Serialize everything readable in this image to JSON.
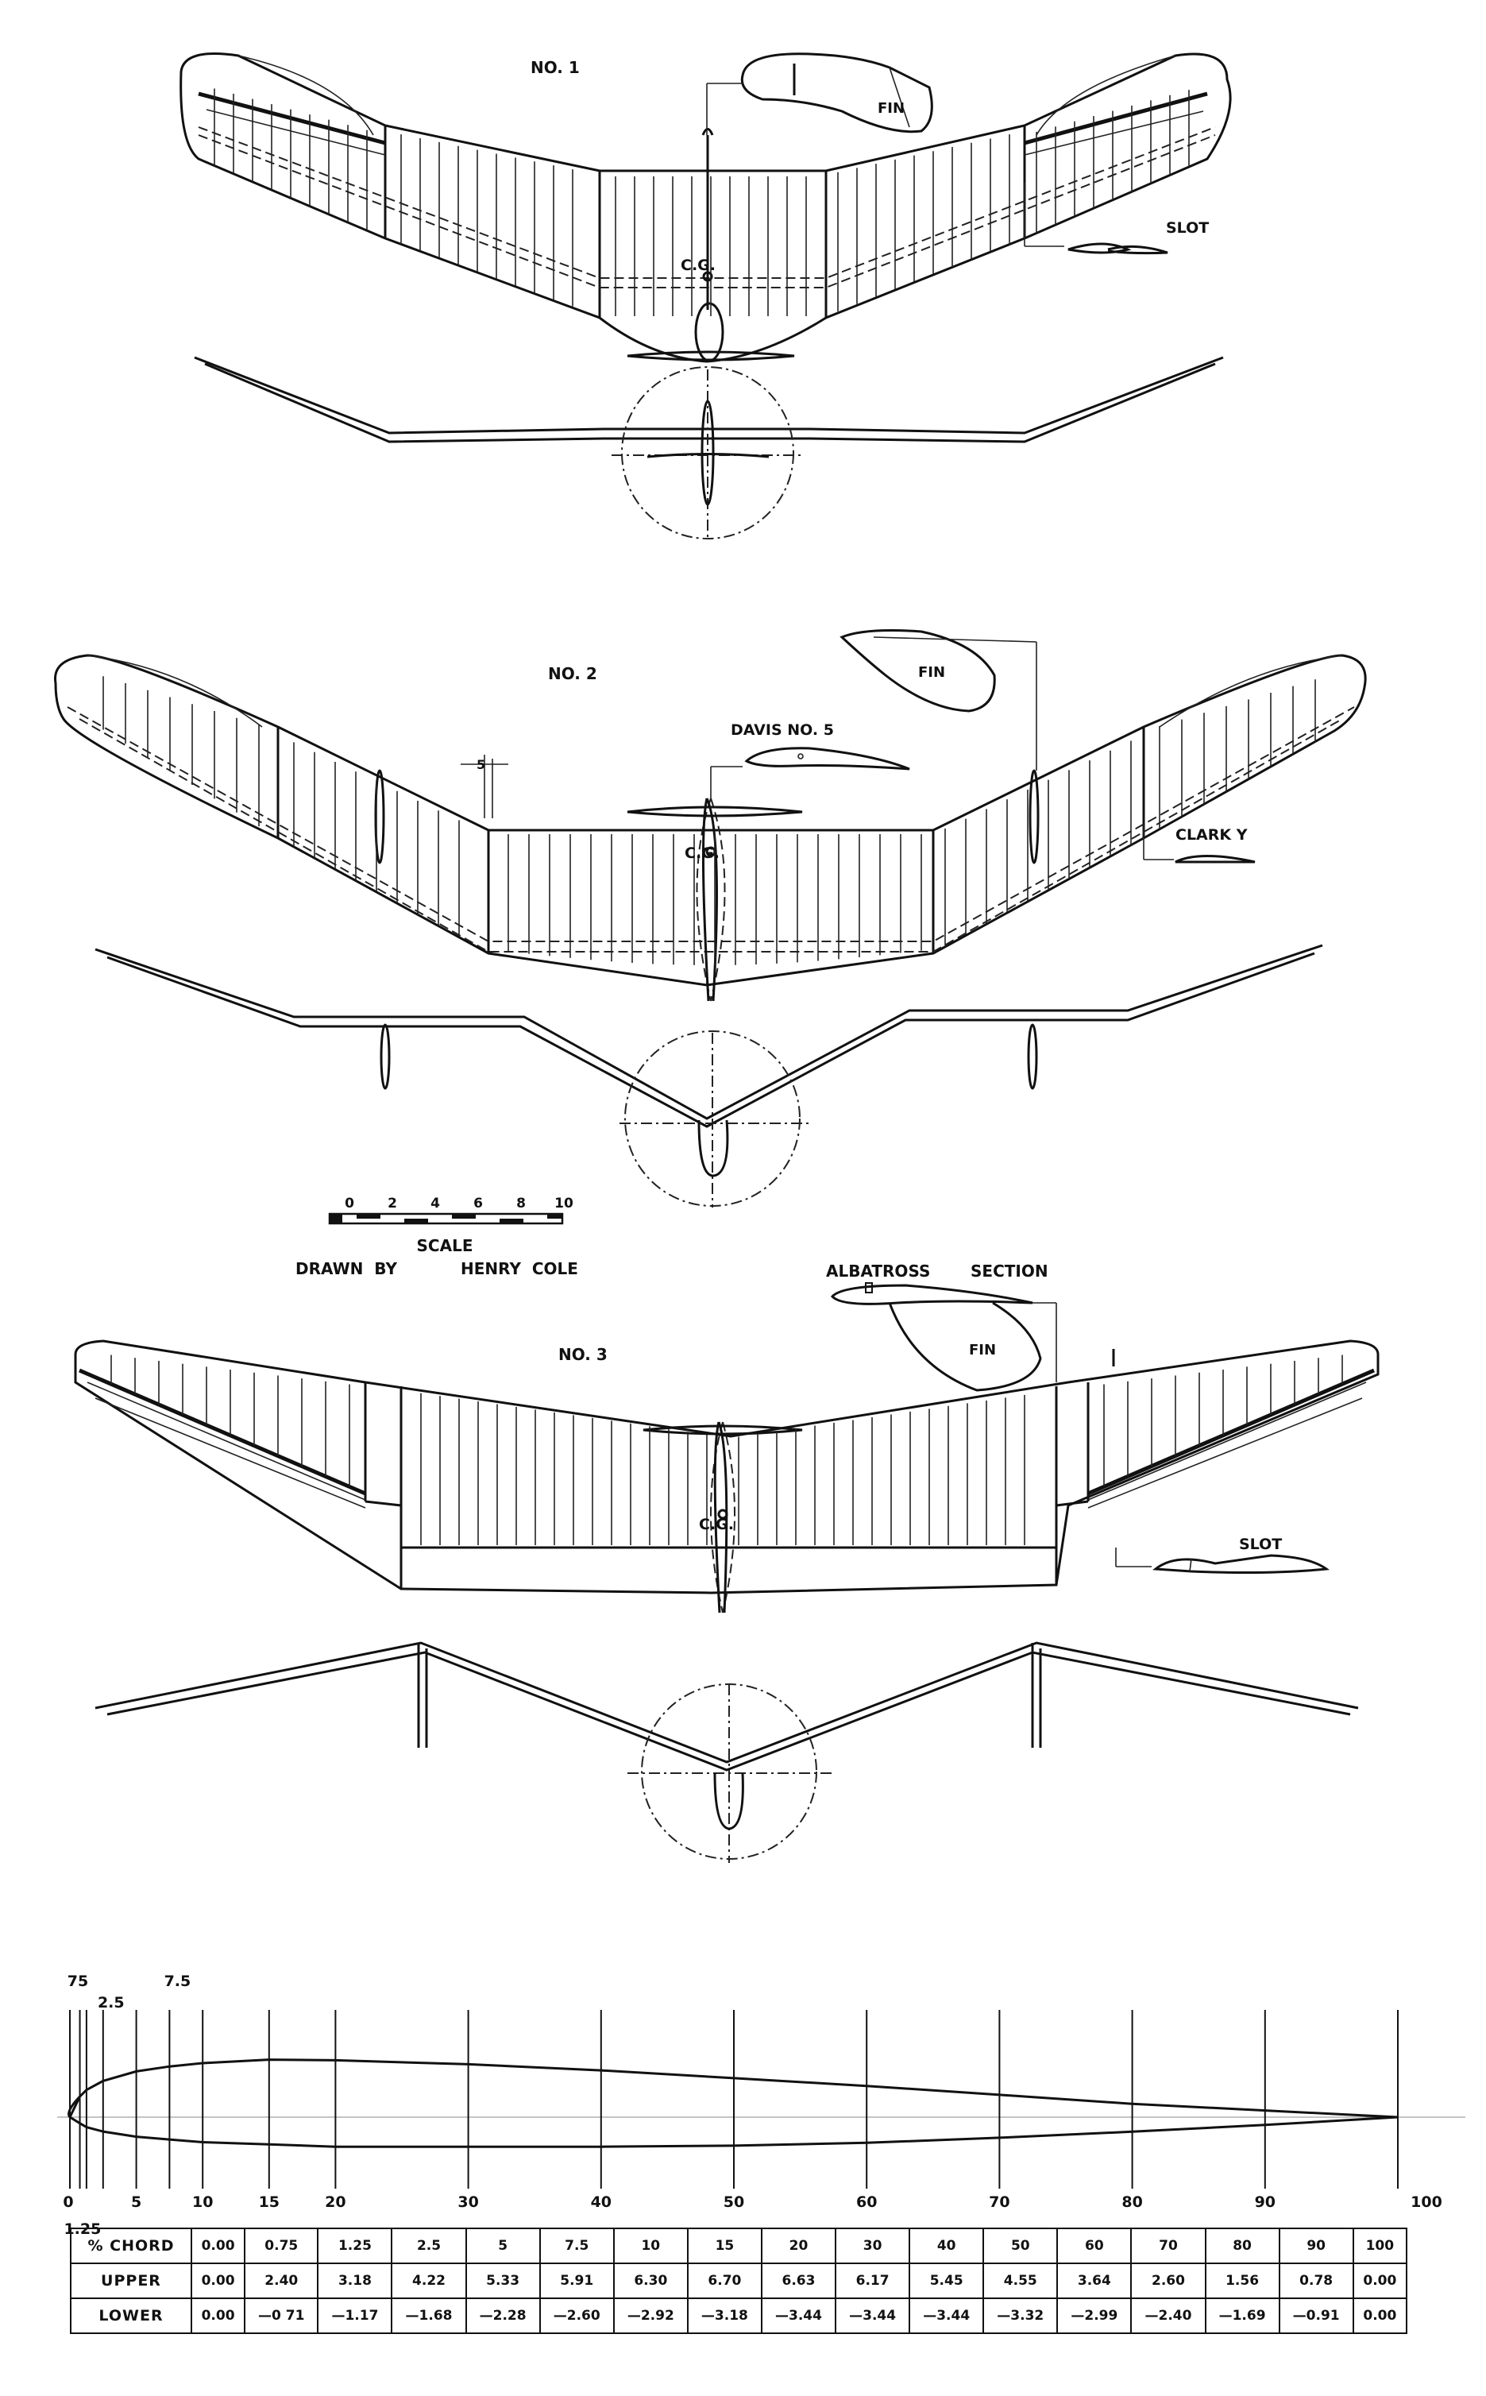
{
  "labels": {
    "no1": "NO. 1",
    "no2": "NO. 2",
    "no3": "NO. 3",
    "fin": "FIN",
    "slot": "SLOT",
    "cog": "C.G.",
    "davis": "DAVIS NO. 5",
    "clark": "CLARK Y",
    "albatross": "ALBATROSS",
    "section": "SECTION",
    "scale_title": "SCALE",
    "drawn_by": "DRAWN  BY",
    "author": "HENRY  COLE",
    "dim5": "5"
  },
  "scale_ticks": [
    "0",
    "2",
    "4",
    "6",
    "8",
    "10"
  ],
  "profile": {
    "top_labels": [
      "75",
      "2.5",
      "7.5"
    ],
    "bottom_extra": "1.25",
    "stations": [
      "0",
      "5",
      "10",
      "15",
      "20",
      "30",
      "40",
      "50",
      "60",
      "70",
      "80",
      "90",
      "100"
    ]
  },
  "ordinates": {
    "header": [
      "% CHORD",
      "0.00",
      "0.75",
      "1.25",
      "2.5",
      "5",
      "7.5",
      "10",
      "15",
      "20",
      "30",
      "40",
      "50",
      "60",
      "70",
      "80",
      "90",
      "100"
    ],
    "upper": [
      "UPPER",
      "0.00",
      "2.40",
      "3.18",
      "4.22",
      "5.33",
      "5.91",
      "6.30",
      "6.70",
      "6.63",
      "6.17",
      "5.45",
      "4.55",
      "3.64",
      "2.60",
      "1.56",
      "0.78",
      "0.00"
    ],
    "lower": [
      "LOWER",
      "0.00",
      "—0 71",
      "—1.17",
      "—1.68",
      "—2.28",
      "—2.60",
      "—2.92",
      "—3.18",
      "—3.44",
      "—3.44",
      "—3.44",
      "—3.32",
      "—2.99",
      "—2.40",
      "—1.69",
      "—0.91",
      "0.00"
    ]
  },
  "chart_data": {
    "type": "line",
    "title": "",
    "xlabel": "",
    "ylabel": "",
    "x": [
      0,
      0.75,
      1.25,
      2.5,
      5,
      7.5,
      10,
      15,
      20,
      30,
      40,
      50,
      60,
      70,
      80,
      90,
      100
    ],
    "series": [
      {
        "name": "UPPER",
        "values": [
          0,
          2.4,
          3.18,
          4.22,
          5.33,
          5.91,
          6.3,
          6.7,
          6.63,
          6.17,
          5.45,
          4.55,
          3.64,
          2.6,
          1.56,
          0.78,
          0
        ]
      },
      {
        "name": "LOWER",
        "values": [
          0,
          -0.71,
          -1.17,
          -1.68,
          -2.28,
          -2.6,
          -2.92,
          -3.18,
          -3.44,
          -3.44,
          -3.44,
          -3.32,
          -2.99,
          -2.4,
          -1.69,
          -0.91,
          0
        ]
      }
    ],
    "xlim": [
      0,
      100
    ]
  }
}
